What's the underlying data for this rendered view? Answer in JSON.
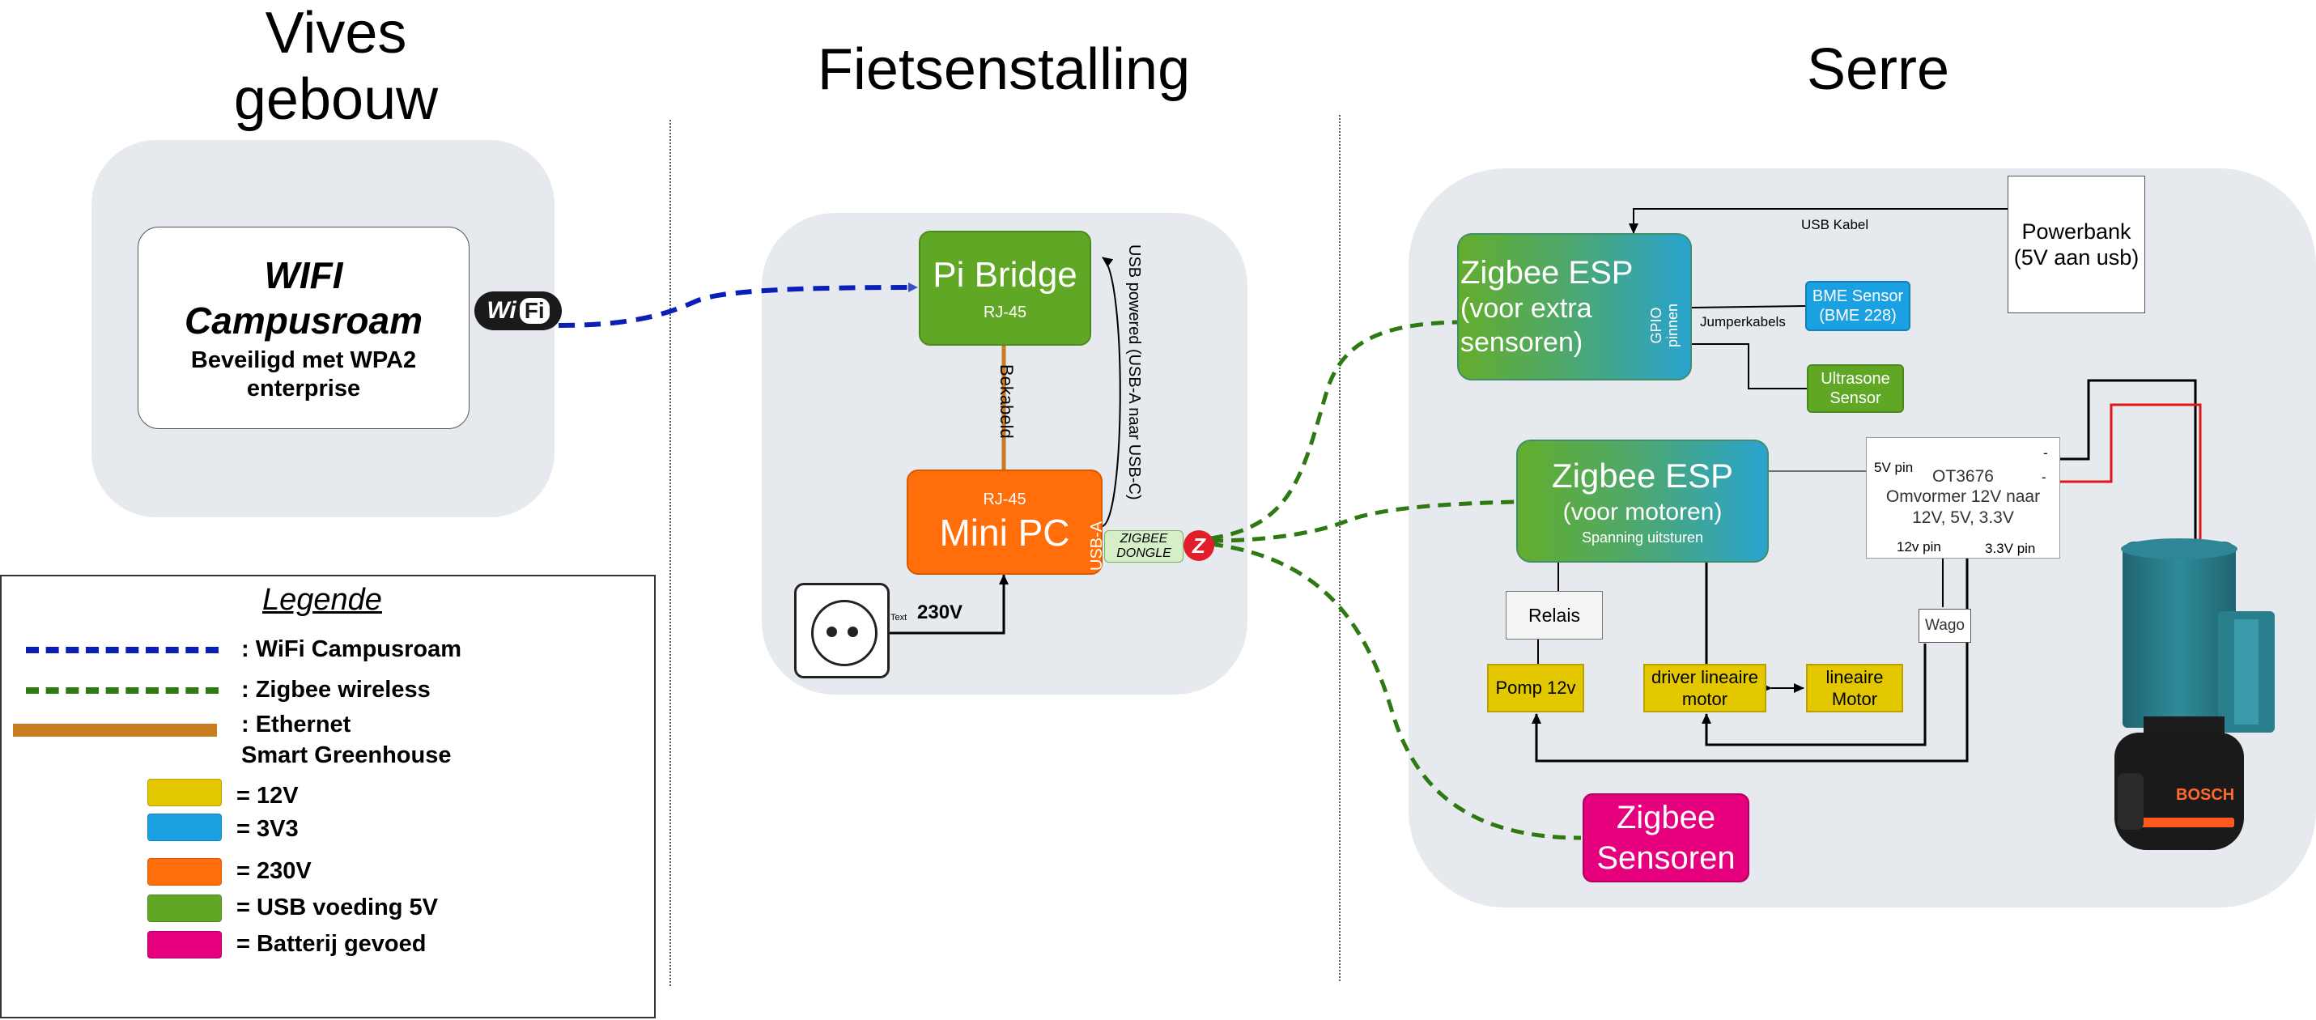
{
  "sections": {
    "vives": "Vives\ngebouw",
    "fietsenstalling": "Fietsenstalling",
    "serre": "Serre"
  },
  "wifi": {
    "title": "WIFI Campusroam",
    "subtitle": "Beveiligd met WPA2 enterprise",
    "logo_left": "Wi",
    "logo_right": "Fi"
  },
  "bike_shed": {
    "pi_bridge": "Pi Bridge",
    "pi_port": "RJ-45",
    "mini_pc": "Mini PC",
    "mini_pc_port": "RJ-45",
    "usb_a": "USB-A",
    "cable_label": "Bekabeld",
    "usb_power_label": "USB powered (USB-A naar USB-C)",
    "dongle": "ZIGBEE DONGLE",
    "socket_text": "Text",
    "voltage": "230V"
  },
  "greenhouse": {
    "esp_sensors_title": "Zigbee ESP",
    "esp_sensors_sub": "(voor extra sensoren)",
    "gpio": "GPIO pinnen",
    "usb_cable": "USB Kabel",
    "powerbank": "Powerbank (5V aan usb)",
    "jumper": "Jumperkabels",
    "bme": "BME Sensor (BME 228)",
    "ultra": "Ultrasone Sensor",
    "esp_motor_title": "Zigbee ESP",
    "esp_motor_sub": "(voor motoren)",
    "esp_motor_note": "Spanning uitsturen",
    "converter_name": "OT3676",
    "converter_desc": "Omvormer 12V naar 12V, 5V, 3.3V",
    "pin_5v": "5V pin",
    "pin_12v": "12v pin",
    "pin_33v": "3.3V pin",
    "minus_top": "-",
    "minus_mid": "-",
    "relais": "Relais",
    "wago": "Wago",
    "pomp": "Pomp 12v",
    "driver": "driver lineaire motor",
    "motor": "lineaire Motor",
    "zigbee_sensors": "Zigbee Sensoren",
    "battery_brand": "BOSCH"
  },
  "legend": {
    "title": "Legende",
    "items": [
      {
        "label": ": WiFi Campusroam",
        "color": "#0a1fb5"
      },
      {
        "label": ": Zigbee wireless",
        "color": "#2d7a12"
      },
      {
        "label": ": Ethernet",
        "color": "#c87c1e"
      }
    ],
    "project": "Smart Greenhouse",
    "colors": [
      {
        "label": "= 12V",
        "color": "#e3c800"
      },
      {
        "label": "= 3V3",
        "color": "#1ba1e2"
      },
      {
        "label": "= 230V",
        "color": "#ff6e0a"
      },
      {
        "label": "= USB voeding 5V",
        "color": "#5fa724"
      },
      {
        "label": "= Batterij gevoed",
        "color": "#e6007e"
      }
    ]
  }
}
